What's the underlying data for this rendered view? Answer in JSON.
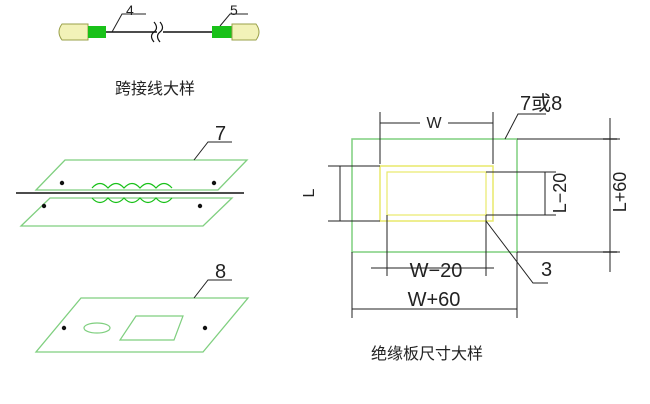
{
  "jumper": {
    "title": "跨接线大样",
    "label_wire": "4",
    "label_clamp": "5"
  },
  "plate7": {
    "label": "7"
  },
  "plate8": {
    "label": "8"
  },
  "plate_dimensions": {
    "title": "绝缘板尺寸大样",
    "label_plate": "7或8",
    "label_W": "W",
    "label_L": "L",
    "label_L20": "L−20",
    "label_L60": "L+60",
    "label_W20": "W−20",
    "label_W60": "W+60",
    "label_window": "3"
  },
  "colors": {
    "plate_outline": "#7fcf7f",
    "window_outline": "#e8e86a",
    "green_clamp": "#19c119",
    "yellow_end": "#f2f2b8",
    "ink": "#111111"
  }
}
